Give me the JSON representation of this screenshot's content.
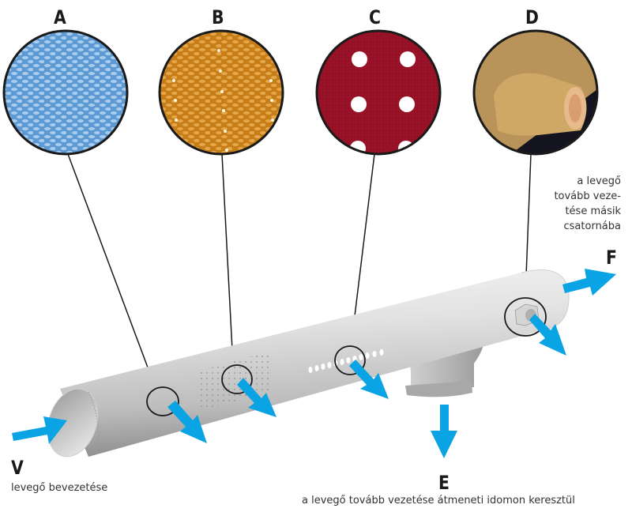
{
  "title": "Textile air duct outlet types",
  "colors": {
    "arrow": "#0aa3e3",
    "pipe": "#d9d9d9",
    "outline": "#1a1a1a",
    "swatch_a": "#6aa4d8",
    "swatch_b": "#d8902a",
    "swatch_c": "#9a1228",
    "swatch_d": "#c9a060"
  },
  "swatches": [
    {
      "letter": "A",
      "name": "blue-woven-fabric",
      "description": "Permeable woven fabric"
    },
    {
      "letter": "B",
      "name": "orange-microperforated-fabric",
      "description": "Micro-perforated fabric"
    },
    {
      "letter": "C",
      "name": "red-perforated-fabric",
      "description": "Perforated fabric with holes"
    },
    {
      "letter": "D",
      "name": "nozzle-fabric",
      "description": "Fabric nozzle"
    }
  ],
  "labels": {
    "V": {
      "letter": "V",
      "text": "levegő bevezetése"
    },
    "E": {
      "letter": "E",
      "text": "a levegő tovább vezetése átmeneti idomon keresztül"
    },
    "F": {
      "letter": "F",
      "lines": [
        "a levegő",
        "tovább veze-",
        "tése másik",
        "csatornába"
      ]
    }
  }
}
